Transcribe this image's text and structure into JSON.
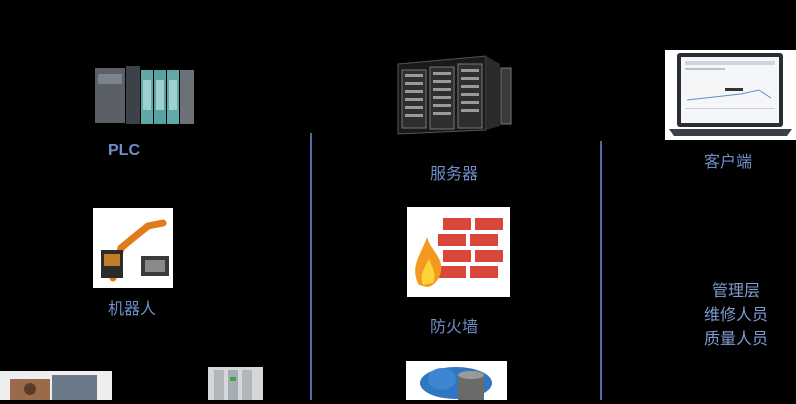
{
  "nodes": {
    "plc": {
      "label": "PLC"
    },
    "robot": {
      "label": "机器人"
    },
    "server": {
      "label": "服务器"
    },
    "firewall": {
      "label": "防火墙"
    },
    "client": {
      "label": "客户端"
    }
  },
  "roles": [
    "管理层",
    "维修人员",
    "质量人员"
  ],
  "colors": {
    "background": "#000000",
    "label": "#6f8fc8",
    "divider": "#4a6fa8"
  }
}
